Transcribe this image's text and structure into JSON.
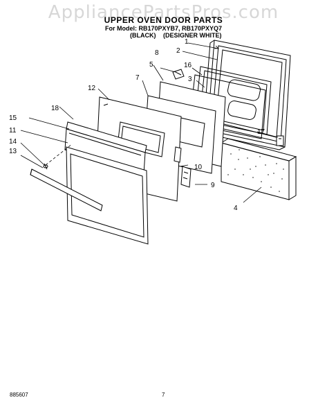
{
  "watermark": "AppliancePartsPros.com",
  "header": {
    "title": "UPPER OVEN DOOR PARTS",
    "model_line": "For Model: RB170PXYB7, RB170PXYQ7",
    "variant_black": "(BLACK)",
    "variant_white": "(DESIGNER WHITE)"
  },
  "callouts": [
    "1",
    "2",
    "3",
    "4",
    "5",
    "7",
    "8",
    "9",
    "10",
    "11",
    "12",
    "13",
    "14",
    "15",
    "16",
    "17",
    "18"
  ],
  "footer": {
    "code": "885607",
    "page_number": "7"
  }
}
